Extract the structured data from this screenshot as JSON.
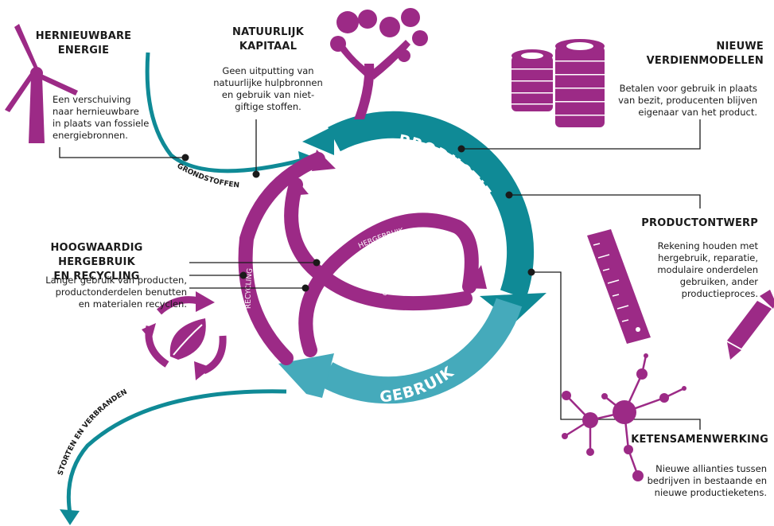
{
  "colors": {
    "teal": "#0f8a96",
    "teal_light": "#45aabb",
    "purple": "#9c2a86",
    "line": "#1a1a1a"
  },
  "icons": [
    "wind-turbine-icon",
    "tree-icon",
    "coin-stack-icon",
    "ruler-icon",
    "pencil-icon",
    "network-icon",
    "recycle-leaf-icon"
  ],
  "flows": {
    "productie": "PRODUCTIE",
    "gebruik": "GEBRUIK",
    "grondstoffen": "GRONDSTOFFEN",
    "recycling_outer": "RECYCLING",
    "hergebruik": "HERGEBRUIK",
    "recycling_inner": "RECYCLING",
    "storten": "STORTEN EN VERBRANDEN"
  },
  "blocks": {
    "energie": {
      "title": [
        "HERNIEUWBARE",
        "ENERGIE"
      ],
      "text": [
        "Een verschuiving",
        "naar hernieuwbare",
        "in plaats van fossiele",
        "energiebronnen."
      ]
    },
    "kapitaal": {
      "title": [
        "NATUURLIJK",
        "KAPITAAL"
      ],
      "text": [
        "Geen uitputting van",
        "natuurlijke hulpbronnen",
        "en gebruik van niet-",
        "giftige stoffen."
      ]
    },
    "verdienmodellen": {
      "title": [
        "NIEUWE",
        "VERDIENMODELLEN"
      ],
      "text": [
        "Betalen voor gebruik in plaats",
        "van bezit, producenten blijven",
        "eigenaar van het product."
      ]
    },
    "productontwerp": {
      "title": [
        "PRODUCTONTWERP"
      ],
      "text": [
        "Rekening houden met",
        "hergebruik, reparatie,",
        "modulaire onderdelen",
        "gebruiken, ander",
        "productieproces."
      ]
    },
    "hergebruik": {
      "title": [
        "HOOGWAARDIG HERGEBRUIK",
        "EN RECYCLING"
      ],
      "text": [
        "Langer gebruik van producten,",
        "productonderdelen benutten",
        "en materialen recyclen."
      ]
    },
    "keten": {
      "title": [
        "KETENSAMENWERKING"
      ],
      "text": [
        "Nieuwe allianties tussen",
        "bedrijven in bestaande en",
        "nieuwe productieketens."
      ]
    }
  }
}
